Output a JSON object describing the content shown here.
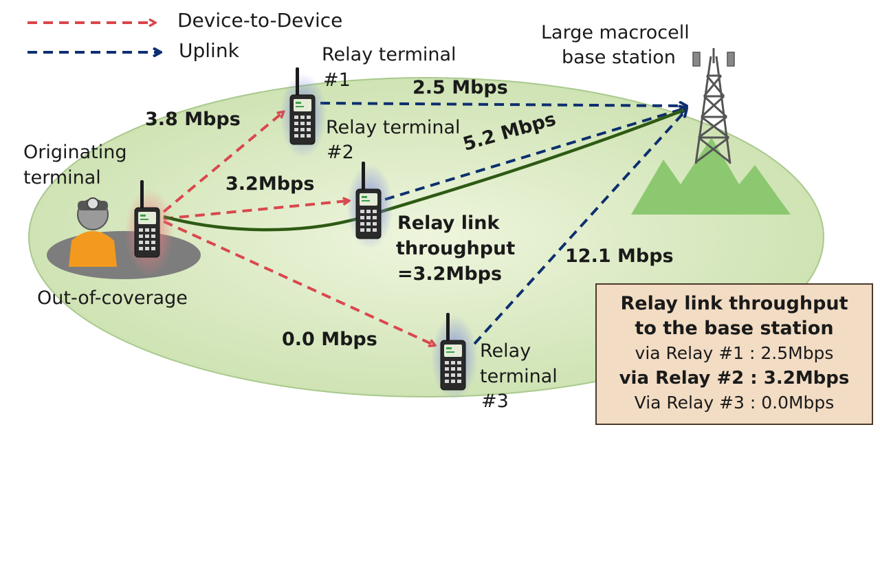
{
  "legend": {
    "d2d_label": "Device-to-Device",
    "uplink_label": "Uplink"
  },
  "colors": {
    "d2d": "#d9474d",
    "uplink": "#0d2f6e",
    "relay_path": "#2e5a14",
    "coverage_fill": "#dcebc4",
    "mountain": "#8cc870",
    "summary_bg": "#f2dcc4"
  },
  "labels": {
    "base_station": [
      "Large macrocell",
      "base station"
    ],
    "originating": [
      "Originating",
      "terminal"
    ],
    "out_of_coverage": "Out-of-coverage",
    "relay1": [
      "Relay terminal",
      "#1"
    ],
    "relay2": [
      "Relay terminal",
      "#2"
    ],
    "relay3": [
      "Relay",
      "terminal",
      "#3"
    ],
    "relay_link": [
      "Relay link",
      "throughput",
      "=3.2Mbps"
    ]
  },
  "rates": {
    "d2d_relay1": "3.8 Mbps",
    "d2d_relay2": "3.2Mbps",
    "d2d_relay3": "0.0 Mbps",
    "uplink_relay1": "2.5 Mbps",
    "uplink_relay2": "5.2 Mbps",
    "uplink_relay3": "12.1 Mbps"
  },
  "summary": {
    "title": [
      "Relay link throughput",
      "to the base station"
    ],
    "rows": [
      {
        "text": "via Relay #1 : 2.5Mbps",
        "highlight": false
      },
      {
        "text": "via Relay #2 : 3.2Mbps",
        "highlight": true
      },
      {
        "text": "Via Relay #3 : 0.0Mbps",
        "highlight": false
      }
    ]
  },
  "icons": [
    "person-icon",
    "originating-phone-icon",
    "relay-phone-icon",
    "base-station-tower-icon",
    "mountain-icon"
  ]
}
